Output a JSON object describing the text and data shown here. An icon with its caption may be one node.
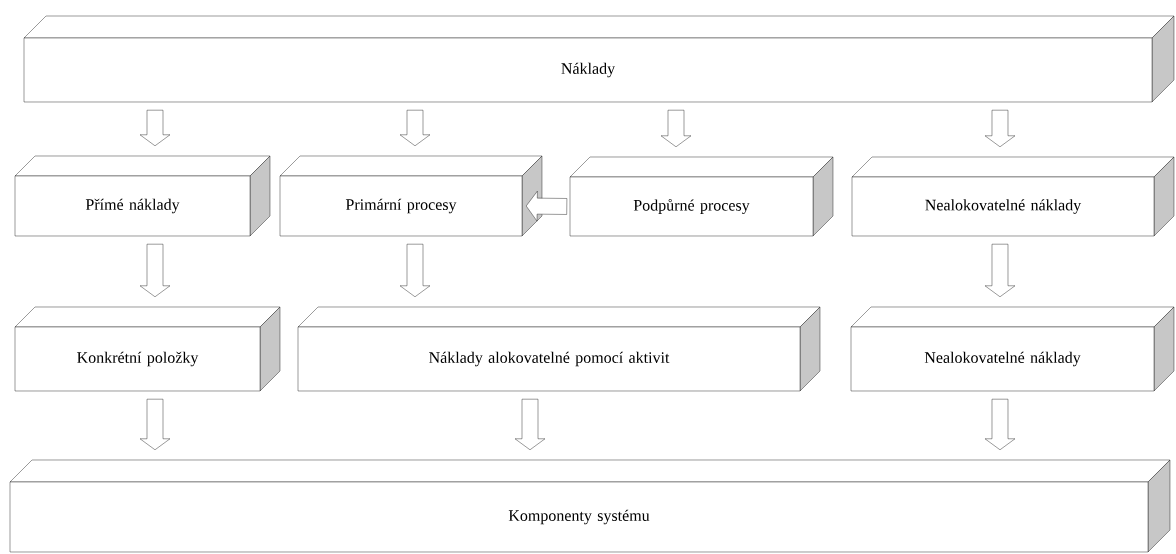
{
  "diagram": {
    "nodes": [
      {
        "text": [
          "Náklady"
        ]
      },
      {
        "text": [
          "Přímé náklady"
        ]
      },
      {
        "text": [
          "Primární procesy"
        ]
      },
      {
        "text": [
          "Podpůrné procesy"
        ]
      },
      {
        "text": [
          "Nealokovatelné náklady"
        ]
      },
      {
        "text": [
          "Konkrétní položky"
        ]
      },
      {
        "text": [
          "Náklady alokovatelné pomocí aktivit"
        ]
      },
      {
        "text": [
          "Nealokovatelné náklady"
        ]
      },
      {
        "text": [
          "Komponenty systému"
        ]
      }
    ],
    "edges": [
      {
        "from": 0,
        "to": 1,
        "arrow": "to"
      },
      {
        "from": 0,
        "to": 2,
        "arrow": "to"
      },
      {
        "from": 0,
        "to": 3,
        "arrow": "to"
      },
      {
        "from": 0,
        "to": 4,
        "arrow": "to"
      },
      {
        "from": 3,
        "to": 2,
        "arrow": "to"
      },
      {
        "from": 1,
        "to": 5,
        "arrow": "to"
      },
      {
        "from": 2,
        "to": 6,
        "arrow": "to"
      },
      {
        "from": 4,
        "to": 7,
        "arrow": "to"
      },
      {
        "from": 5,
        "to": 8,
        "arrow": "to"
      },
      {
        "from": 6,
        "to": 8,
        "arrow": "to"
      },
      {
        "from": 7,
        "to": 8,
        "arrow": "to"
      }
    ]
  }
}
